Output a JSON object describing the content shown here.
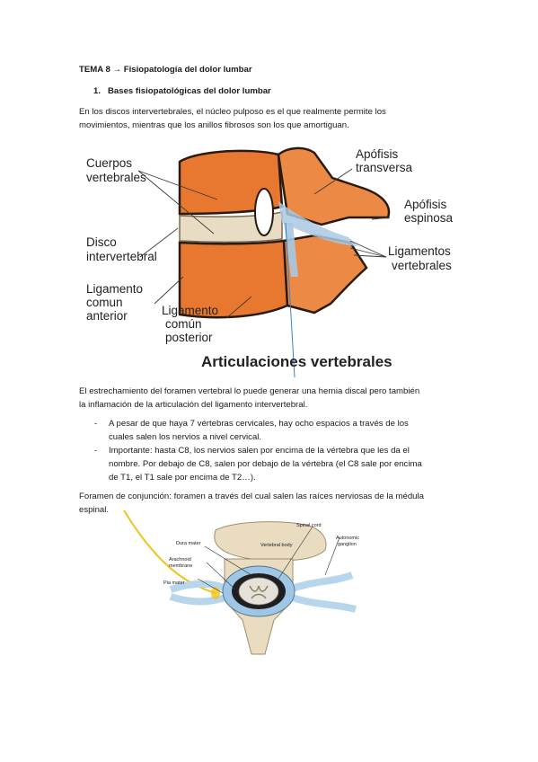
{
  "doc": {
    "title": "TEMA 8 → Fisiopatología del dolor lumbar",
    "section1": "1.   Bases fisiopatológicas del dolor lumbar",
    "para1_line1": "En los discos intervertebrales, el núcleo pulposo es el que realmente permite los",
    "para1_line2": "movimientos, mientras que los anillos fibrosos son los que amortiguan.",
    "para2_line1": "El estrechamiento del foramen vertebral lo puede generar una hernia discal pero también",
    "para2_line2": "la inflamación de la articulación del ligamento intervertebral.",
    "bullets": [
      {
        "line1": "A pesar de que haya 7 vértebras cervicales, hay ocho espacios a través de los",
        "line2": "cuales salen los nervios a nivel cervical."
      },
      {
        "line1": "Importante: hasta C8, los nervios salen por encima de la vértebra que les da el",
        "line2": "nombre. Por debajo de C8, salen por debajo de la vértebra (el C8 sale por encima",
        "line3": "de T1, el T1 sale por encima de T2…)."
      }
    ],
    "bullet_marker": "-",
    "para3_line1": "Foramen de conjunción: foramen a través del cual salen las raíces nerviosas de la médula",
    "para3_line2": "espinal."
  },
  "figure1": {
    "caption": "Articulaciones vertebrales",
    "labels": {
      "cuerpos_1": "Cuerpos",
      "cuerpos_2": "vertebrales",
      "apofisis_t1": "Apófisis",
      "apofisis_t2": "transversa",
      "apofisis_e1": "Apófisis",
      "apofisis_e2": "espinosa",
      "disco_1": "Disco",
      "disco_2": "intervertebral",
      "lig_v1": "Ligamentos",
      "lig_v2": "vertebrales",
      "lig_ca1": "Ligamento",
      "lig_ca2": "comun",
      "lig_ca3": "anterior",
      "lig_cp1": "Ligamento",
      "lig_cp2": "común",
      "lig_cp3": "posterior"
    },
    "colors": {
      "bone": "#e8782f",
      "bone_light": "#f2a46a",
      "outline": "#2a1a10",
      "disc": "#e9dcc4",
      "ligament": "#a9c8e2"
    }
  },
  "figure2": {
    "labels": {
      "spinal_cord": "Spinal cord",
      "dura": "Dura mater",
      "vertebral_body": "Vertebral body",
      "autonomic_1": "Autonomic",
      "autonomic_2": "ganglion",
      "arachnoid_1": "Arachnoid",
      "arachnoid_2": "membrane",
      "pia": "Pia mater"
    },
    "colors": {
      "bone": "#e9dcc0",
      "nerve": "#b7d6ec",
      "highlight": "#f2c21a",
      "cord": "#e6e1d8"
    }
  }
}
